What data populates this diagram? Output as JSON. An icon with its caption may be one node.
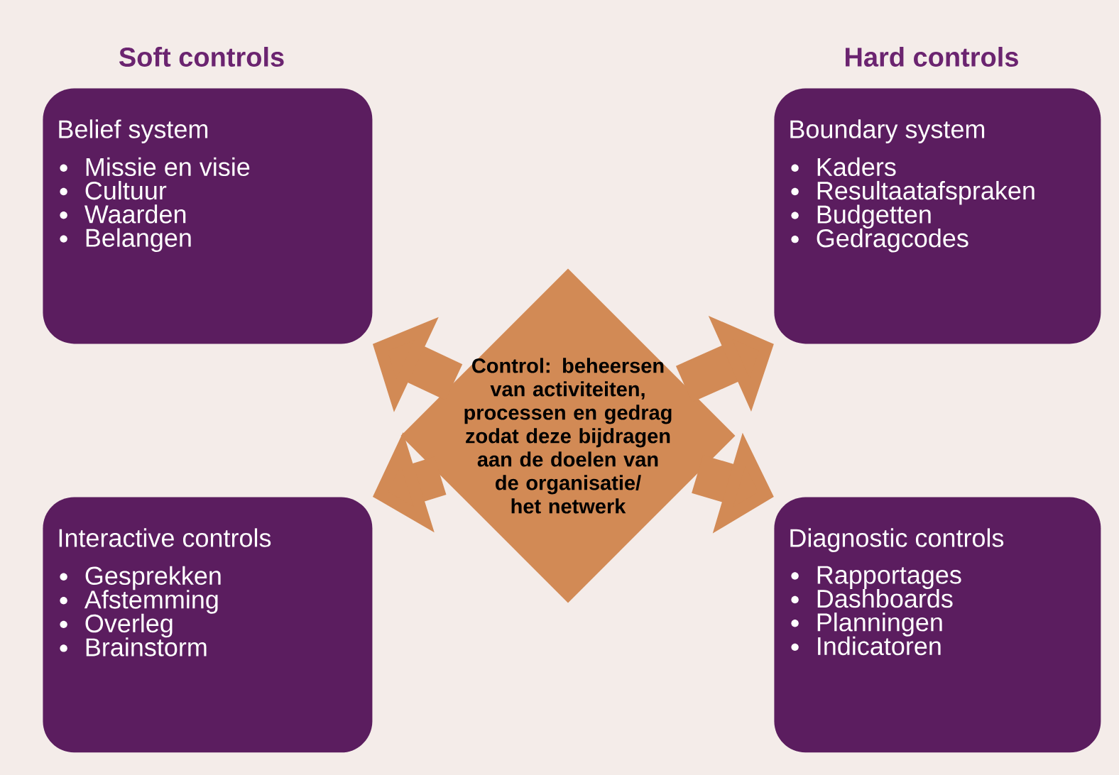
{
  "diagram": {
    "nodes": [
      {
        "text": [
          "Control: beheersen van activiteiten, processen en gedrag zodat deze bijdragen aan de doelen van de organisatie/ het netwerk"
        ]
      },
      {
        "text": [
          "Belief system",
          "Missie en visie",
          "Cultuur",
          "Waarden",
          "Belangen"
        ]
      },
      {
        "text": [
          "Boundary system",
          "Kaders",
          "Resultaatafspraken",
          "Budgetten",
          "Gedragcodes"
        ]
      },
      {
        "text": [
          "Interactive controls",
          "Gesprekken",
          "Afstemming",
          "Overleg",
          "Brainstorm"
        ]
      },
      {
        "text": [
          "Diagnostic controls",
          "Rapportages",
          "Dashboards",
          "Planningen",
          "Indicatoren"
        ]
      }
    ],
    "edges": [
      {
        "from": 0,
        "to": 1,
        "arrow": "to"
      },
      {
        "from": 0,
        "to": 2,
        "arrow": "to"
      },
      {
        "from": 0,
        "to": 3,
        "arrow": "to"
      },
      {
        "from": 0,
        "to": 4,
        "arrow": "to"
      }
    ],
    "labels": [
      "Soft controls",
      "Hard controls"
    ]
  }
}
